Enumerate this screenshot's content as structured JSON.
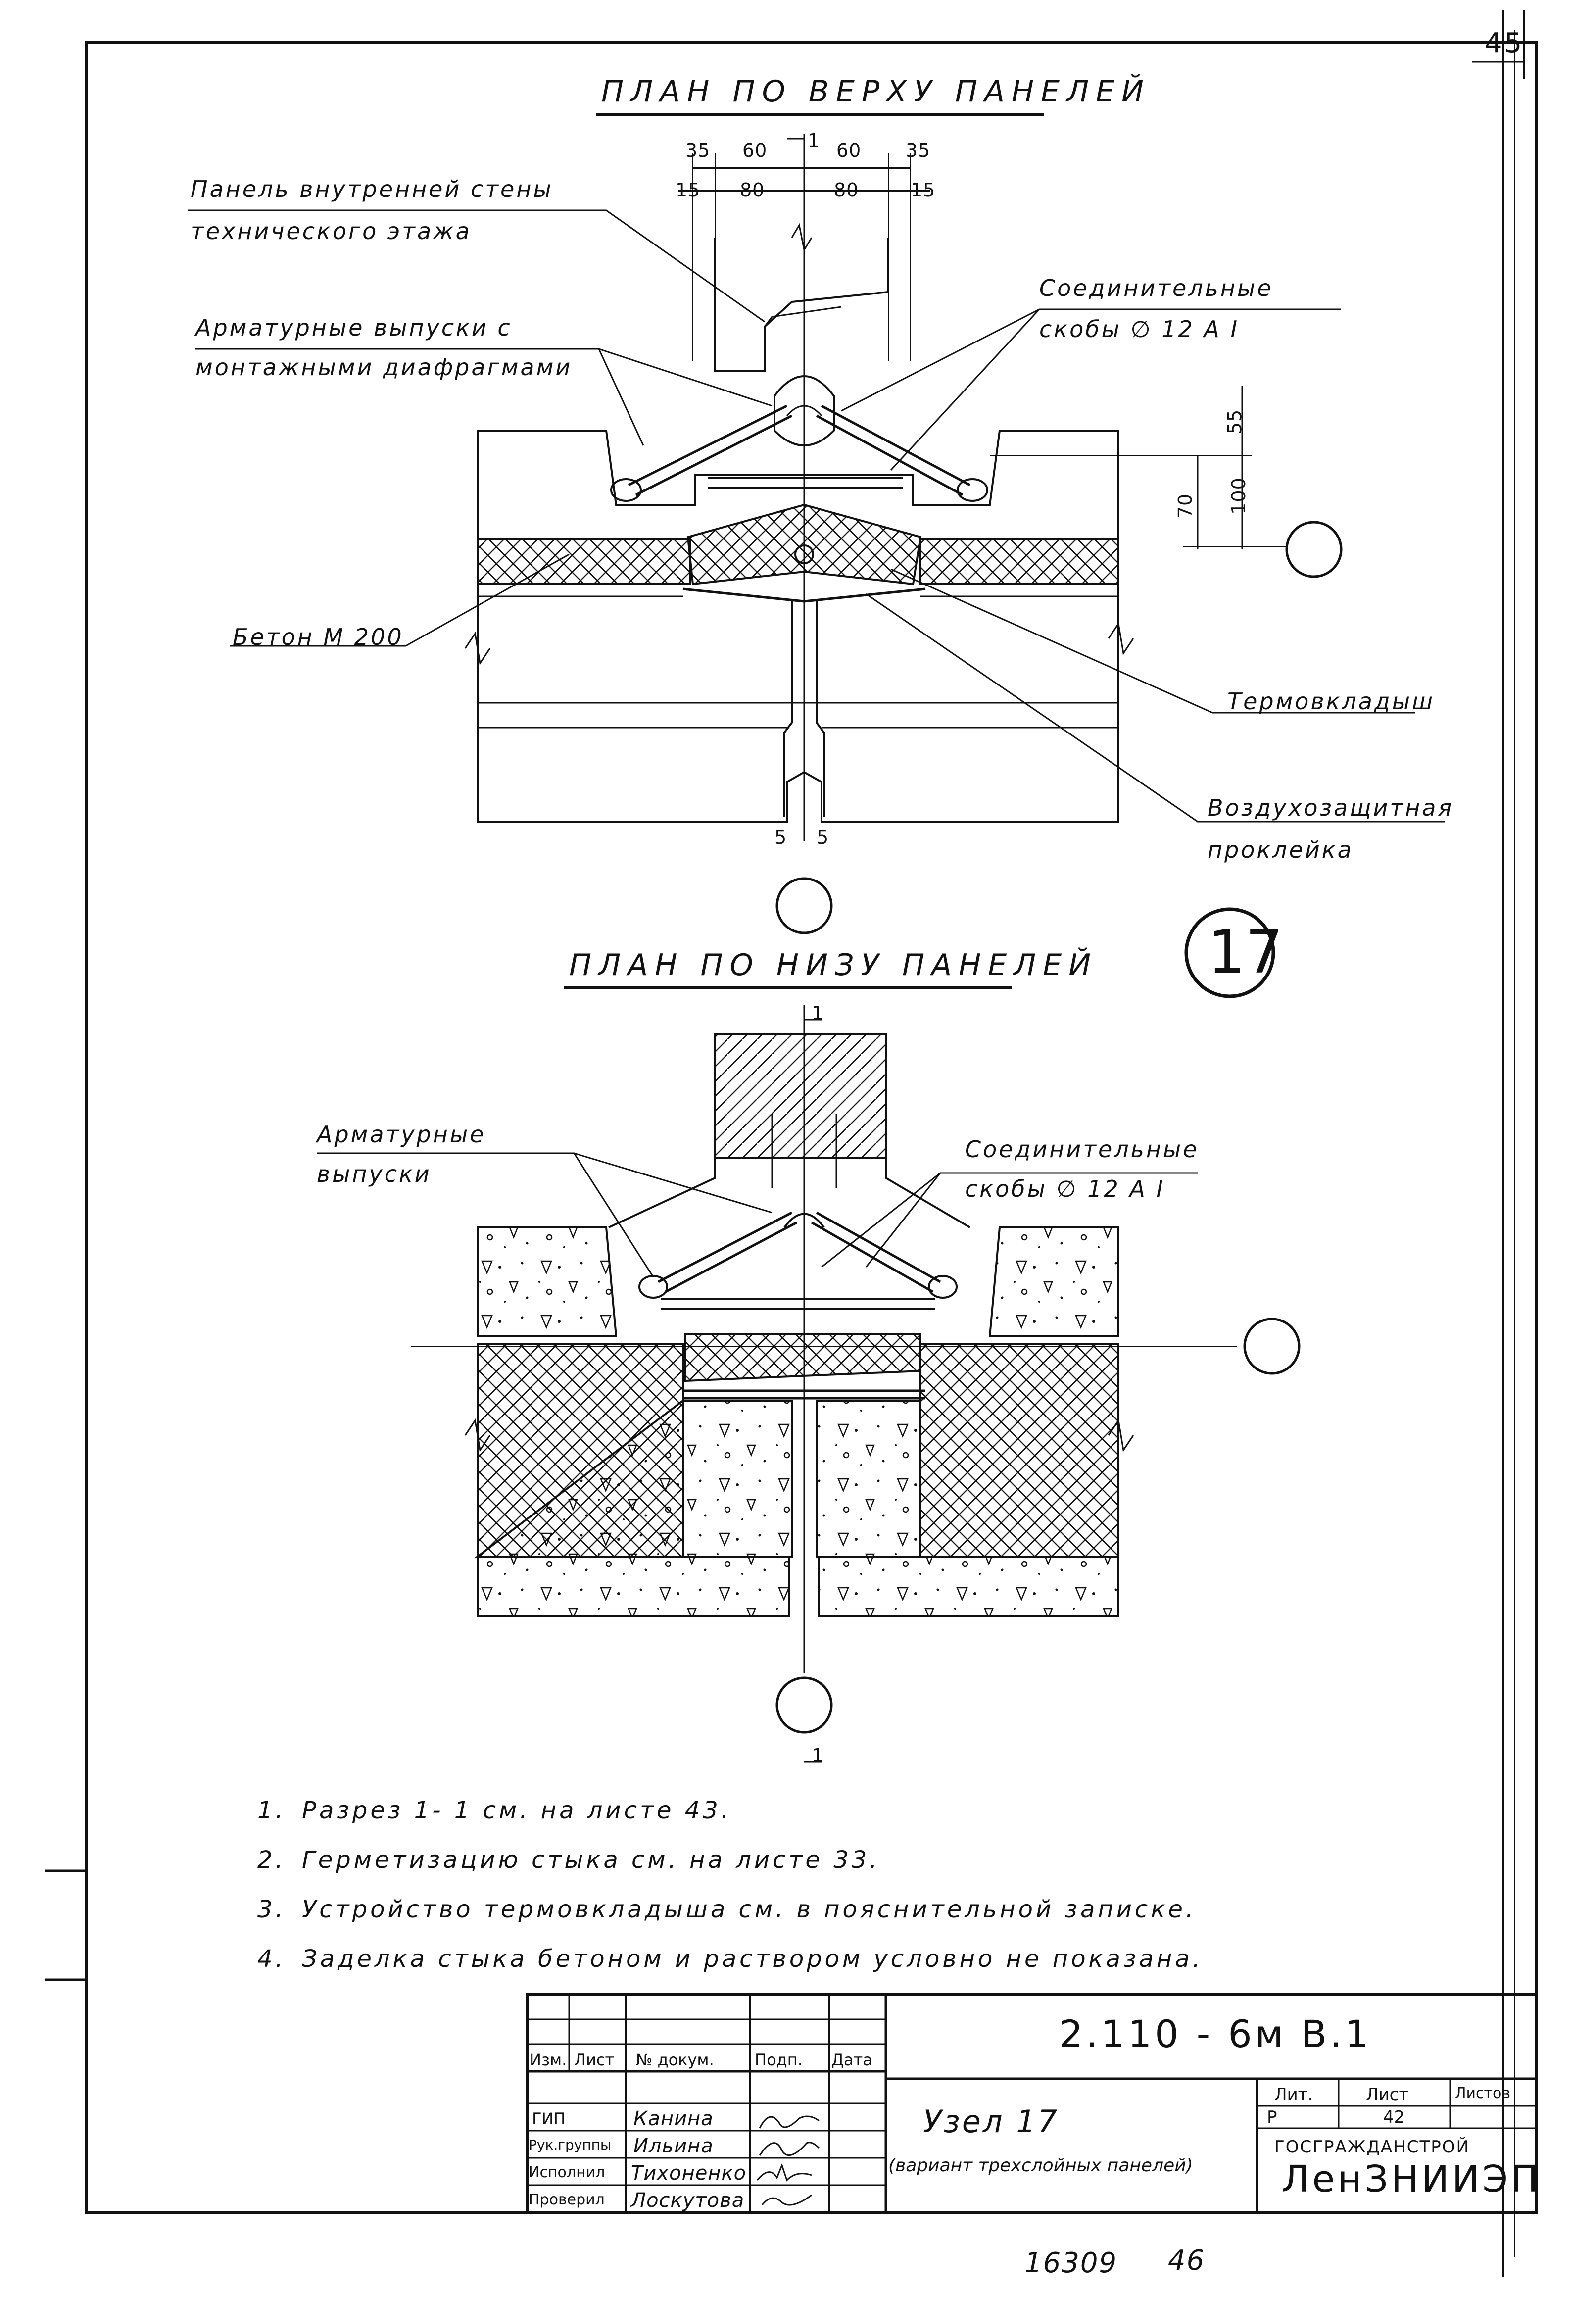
{
  "sheet": {
    "page_number": "45",
    "bottom_code": "16309",
    "bottom_page": "46"
  },
  "plan_top": {
    "title": "ПЛАН ПО ВЕРХУ ПАНЕЛЕЙ",
    "dims_top_row": [
      "35",
      "60",
      "1",
      "60",
      "35"
    ],
    "dims_second_row": [
      "15",
      "80",
      "80",
      "15"
    ],
    "dims_vertical": [
      "55",
      "70",
      "100"
    ],
    "dims_bottom": [
      "5",
      "5"
    ],
    "labels": {
      "panel_line1": "Панель внутренней стены",
      "panel_line2": "технического этажа",
      "rebar_line1": "Арматурные выпуски с",
      "rebar_line2": "монтажными диафрагмами",
      "brackets_line1": "Соединительные",
      "brackets_line2": "скобы ∅ 12 А I",
      "concrete": "Бетон М 200",
      "thermo": "Термовкладыш",
      "air_line1": "Воздухозащитная",
      "air_line2": "проклейка"
    }
  },
  "node_number": "17",
  "plan_bottom": {
    "title": "ПЛАН ПО НИЗУ ПАНЕЛЕЙ",
    "section_mark_top": "1",
    "section_mark_bottom": "1",
    "labels": {
      "rebar_line1": "Арматурные",
      "rebar_line2": "выпуски",
      "brackets_line1": "Соединительные",
      "brackets_line2": "скобы ∅ 12 А I"
    }
  },
  "notes": [
    {
      "num": "1.",
      "text": "Разрез 1- 1 см. на листе 43."
    },
    {
      "num": "2.",
      "text": "Герметизацию стыка см. на листе 33."
    },
    {
      "num": "3.",
      "text": "Устройство термовкладыша см. в пояснительной записке."
    },
    {
      "num": "4.",
      "text": "Заделка стыка бетоном и раствором условно не показана."
    }
  ],
  "stamp": {
    "doc_code": "2.110 - 6м В.1",
    "headers": [
      "Изм.",
      "Лист",
      "№ докум.",
      "Подп.",
      "Дата"
    ],
    "rows": [
      {
        "role": "ГИП",
        "name": "Канина"
      },
      {
        "role": "Рук.группы",
        "name": "Ильина"
      },
      {
        "role": "Исполнил",
        "name": "Тихоненко"
      },
      {
        "role": "Проверил",
        "name": "Лоскутова"
      }
    ],
    "title_main": "Узел 17",
    "title_sub": "(вариант трехслойных панелей)",
    "lit_header": "Лит.",
    "sheet_header": "Лист",
    "sheets_header": "Листов",
    "lit_value": "Р",
    "sheet_value": "42",
    "org_line1": "ГОСГРАЖДАНСТРОЙ",
    "org_line2": "ЛенЗНИИЭП"
  }
}
